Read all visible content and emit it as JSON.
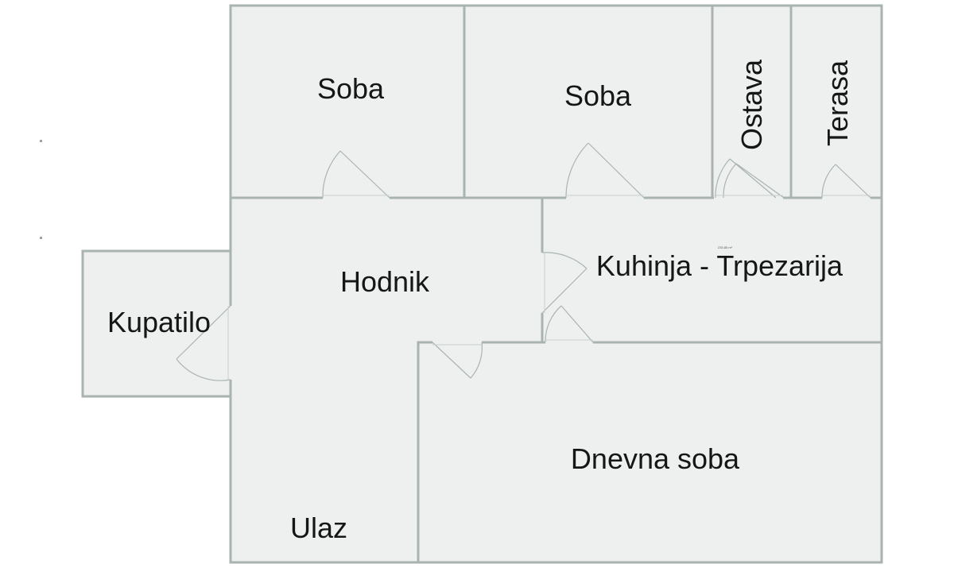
{
  "rooms": {
    "soba_1": "Soba",
    "soba_2": "Soba",
    "ostava": "Ostava",
    "terasa": "Terasa",
    "hodnik": "Hodnik",
    "kuhinja_trpezarija": "Kuhinja - Trpezarija",
    "kupatilo": "Kupatilo",
    "dnevna_soba": "Dnevna soba",
    "ulaz": "Ulaz"
  },
  "annotation": "233.85 m²",
  "colors": {
    "floor": "#edf0ef",
    "wall": "#a9b3b1",
    "text": "#161616"
  }
}
